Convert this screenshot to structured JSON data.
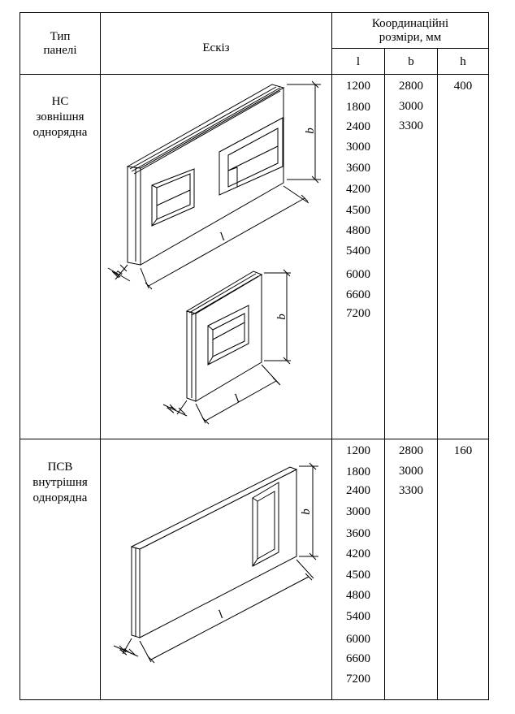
{
  "header": {
    "type_label": "Тип\nпанелі",
    "sketch_label": "Ескіз",
    "coord_label": "Координаційні\nрозміри, мм",
    "col_l": "l",
    "col_b": "b",
    "col_h": "h"
  },
  "rows": [
    {
      "name": "НС\nзовнішня\nоднорядна",
      "l_values": [
        "1200",
        "1800",
        "2400",
        "3000",
        "3600",
        "4200",
        "4500",
        "4800",
        "5400",
        "6000",
        "6600",
        "7200"
      ],
      "b_values": [
        "2800",
        "3000",
        "3300"
      ],
      "h_value": "400"
    },
    {
      "name": "ПСВ\nвнутрішня\nоднорядна",
      "l_values": [
        "1200",
        "1800",
        "2400",
        "3000",
        "3600",
        "4200",
        "4500",
        "4800",
        "5400",
        "6000",
        "6600",
        "7200"
      ],
      "b_values": [
        "2800",
        "3000",
        "3300"
      ],
      "h_value": "160"
    }
  ],
  "dim_labels": {
    "l": "l",
    "b": "b",
    "h": "h"
  }
}
